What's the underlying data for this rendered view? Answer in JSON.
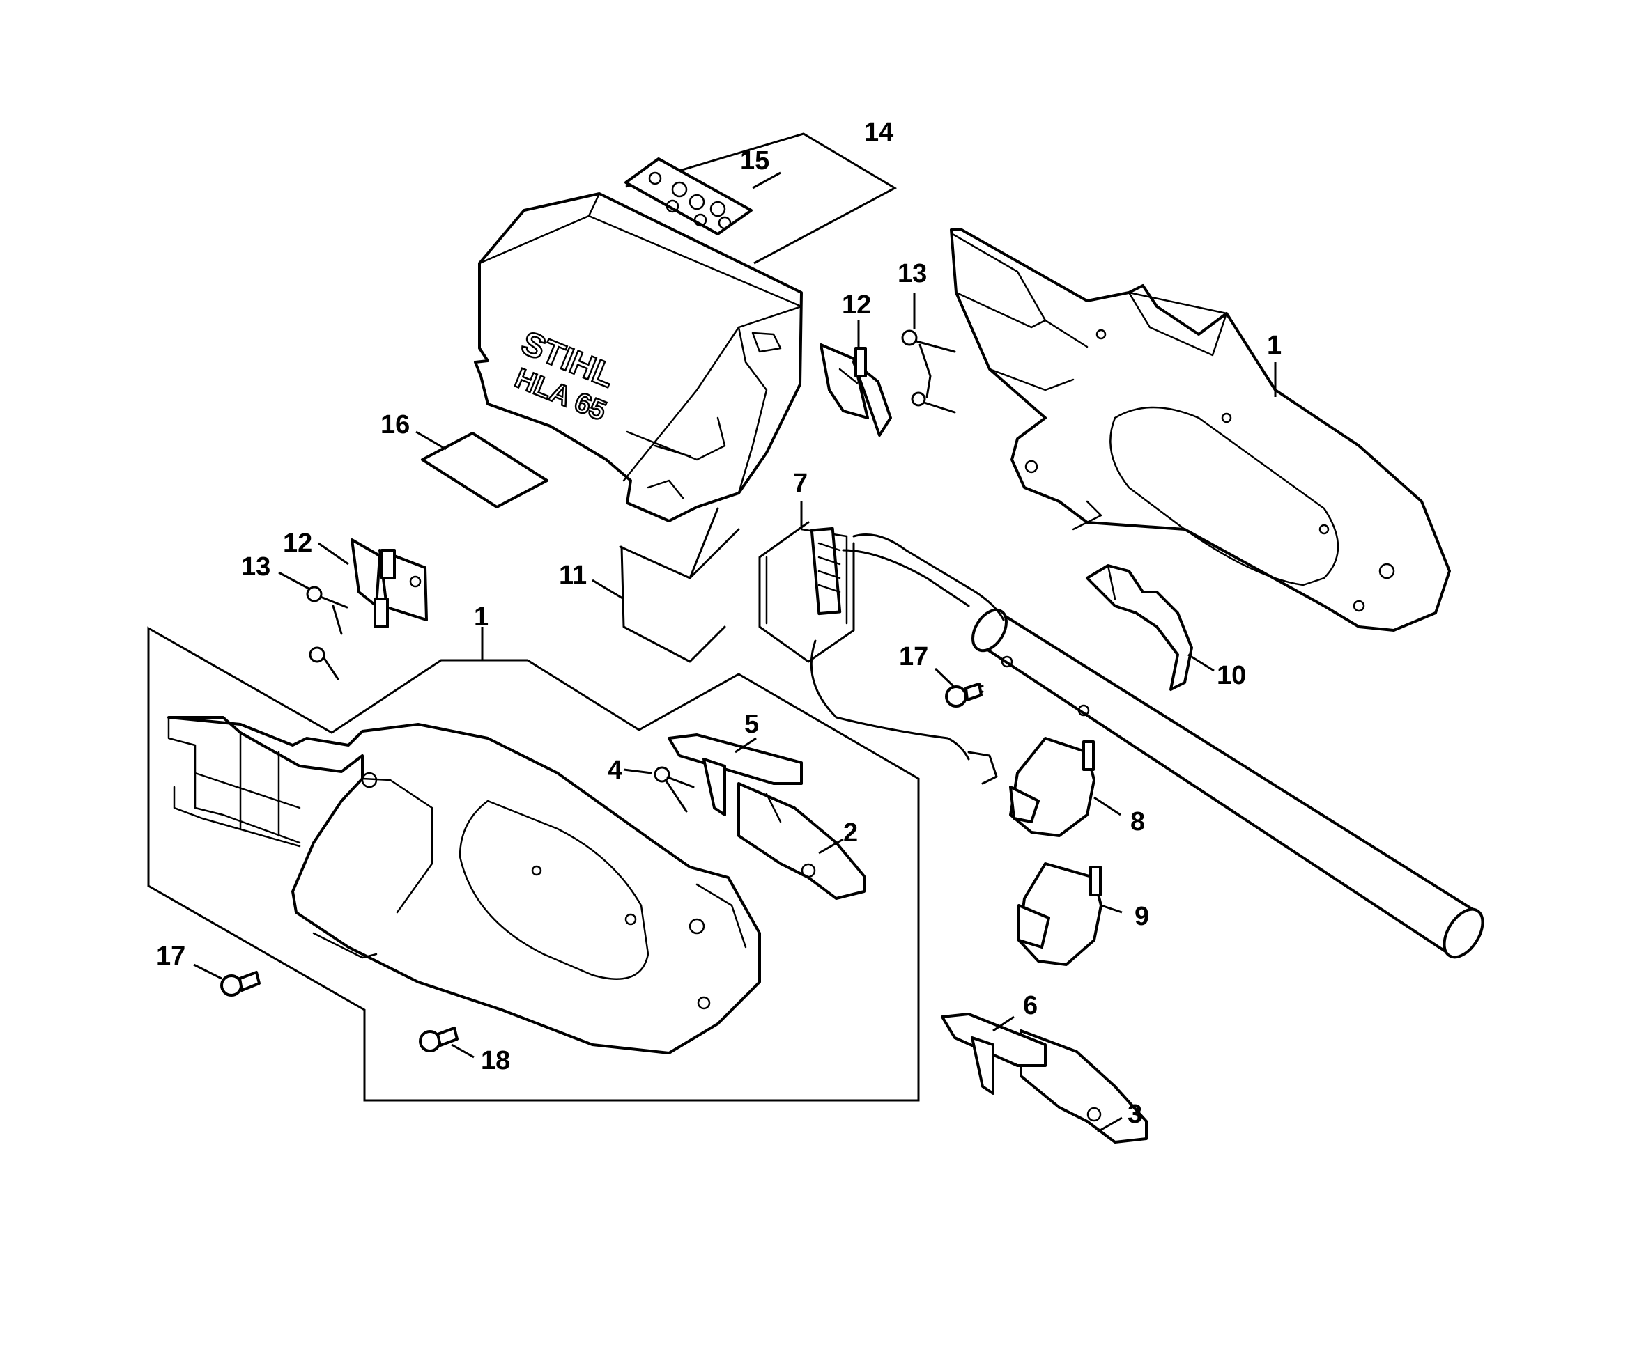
{
  "brand_marking": {
    "logo": "STIHL",
    "model": "HLA 65"
  },
  "callouts": [
    "14",
    "15",
    "13",
    "12",
    "1",
    "16",
    "7",
    "12",
    "13",
    "11",
    "1",
    "17",
    "10",
    "5",
    "4",
    "2",
    "8",
    "9",
    "17",
    "18",
    "6",
    "3"
  ],
  "colors": {
    "line": "#000000",
    "background": "#ffffff"
  }
}
